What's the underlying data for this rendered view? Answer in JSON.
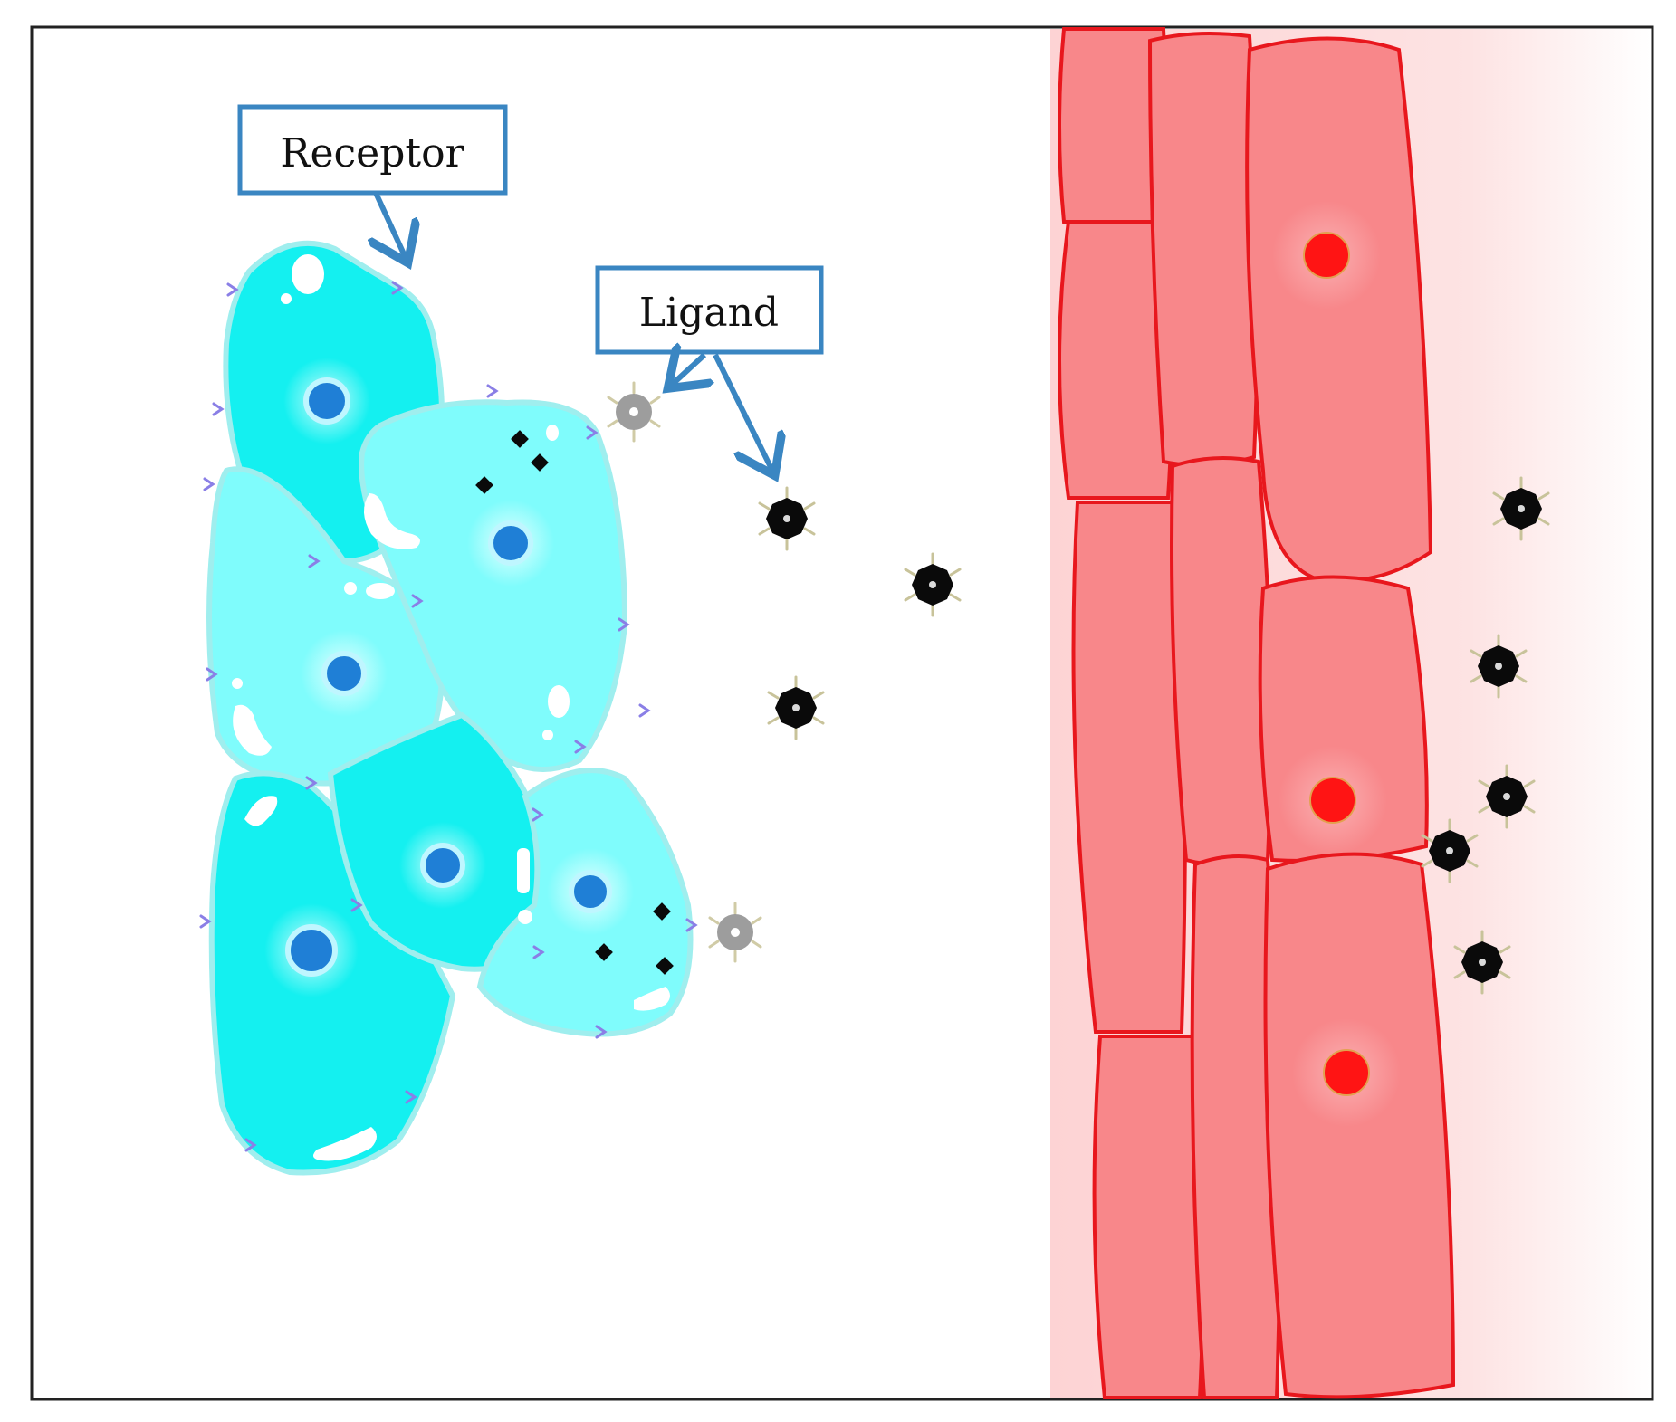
{
  "labels": {
    "receptor": "Receptor",
    "ligand": "Ligand"
  },
  "colors": {
    "frame": "#222222",
    "callout_border": "#3a86c2",
    "arrow": "#3a86c2",
    "cyan_cell_light": "#7ffcfc",
    "cyan_cell_dark": "#14f0f0",
    "cyan_nucleus": "#1f7fd6",
    "red_cell_fill": "#f8878a",
    "red_cell_stroke": "#e8171d",
    "red_nucleus": "#ff1414",
    "ligand_black": "#0a0a0a",
    "ligand_grey": "#8c8c8c"
  },
  "icons": {
    "ligand": "spiky-ligand-particle",
    "receptor": "receptor-chevron"
  }
}
